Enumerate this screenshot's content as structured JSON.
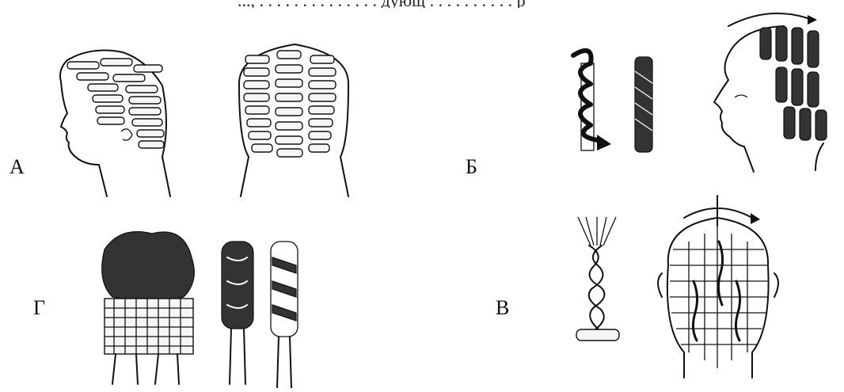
{
  "header": {
    "caption_fragment": "..., . . . . . . . . . . . . . . дующ . . . . . . . . . . р"
  },
  "figures": [
    {
      "label": "А",
      "icon": "curlers-side-and-back-icon"
    },
    {
      "label": "Б",
      "icon": "spiral-curler-profile-icon"
    },
    {
      "label": "Г",
      "icon": "wrapped-top-hair-icon"
    },
    {
      "label": "В",
      "icon": "braids-on-head-back-icon"
    }
  ]
}
